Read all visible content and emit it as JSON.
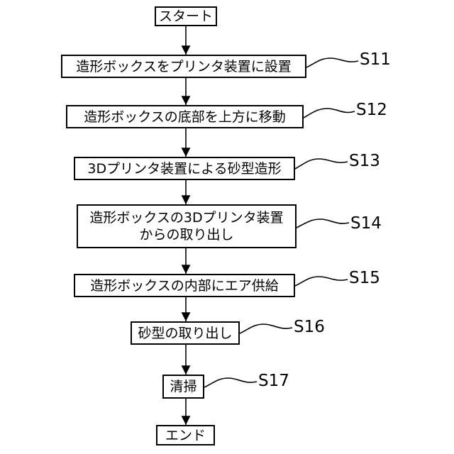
{
  "start": "スタート",
  "end": "エンド",
  "steps": [
    {
      "id": "S11",
      "lines": [
        "造形ボックスをプリンタ装置に設置"
      ]
    },
    {
      "id": "S12",
      "lines": [
        "造形ボックスの底部を上方に移動"
      ]
    },
    {
      "id": "S13",
      "lines": [
        "3Dプリンタ装置による砂型造形"
      ]
    },
    {
      "id": "S14",
      "lines": [
        "造形ボックスの3Dプリンタ装置",
        "からの取り出し"
      ]
    },
    {
      "id": "S15",
      "lines": [
        "造形ボックスの内部にエア供給"
      ]
    },
    {
      "id": "S16",
      "lines": [
        "砂型の取り出し"
      ]
    },
    {
      "id": "S17",
      "lines": [
        "清掃"
      ]
    }
  ]
}
